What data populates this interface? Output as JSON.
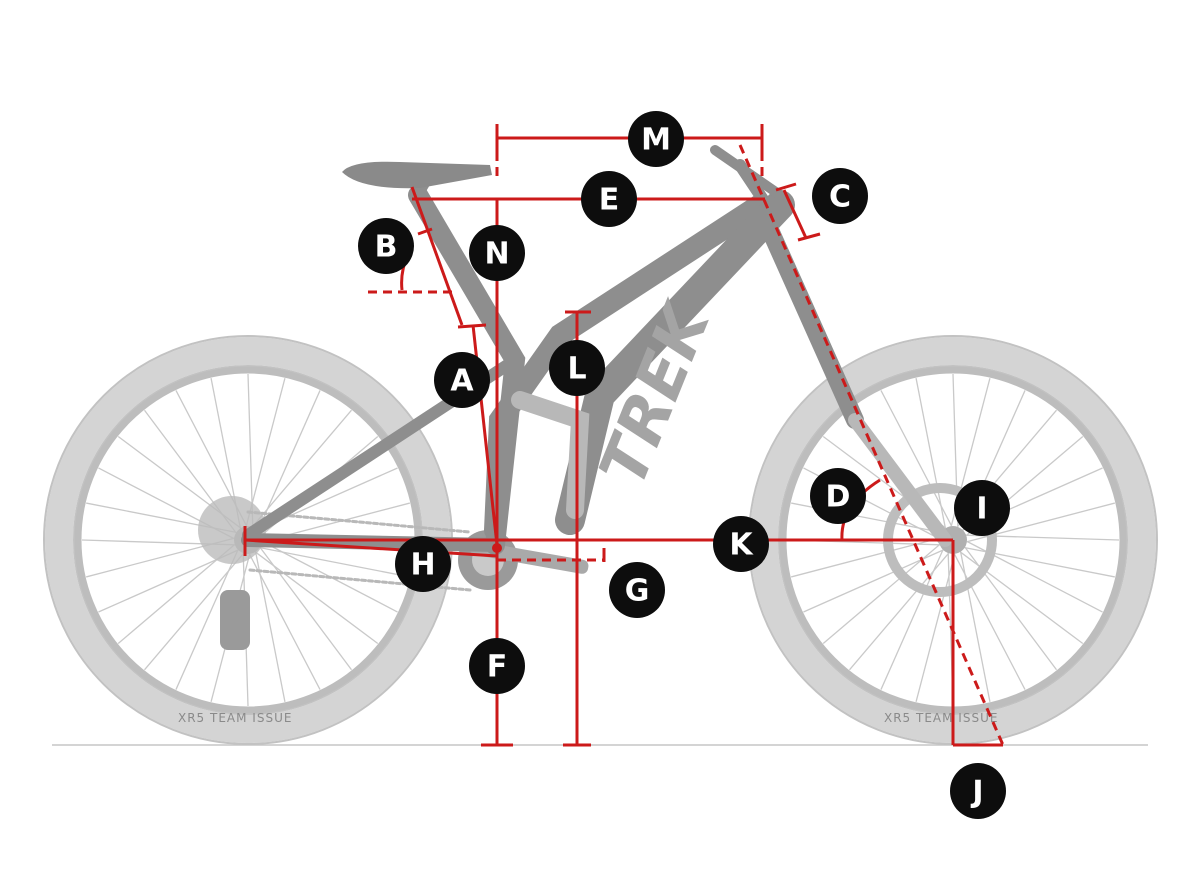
{
  "diagram": {
    "colors": {
      "dimension_line": "#cc1a1a",
      "badge_fill": "#0d0d0d",
      "badge_text": "#ffffff",
      "bike": "#a0a0a0"
    },
    "labels": {
      "A": "A",
      "B": "B",
      "C": "C",
      "D": "D",
      "E": "E",
      "F": "F",
      "G": "G",
      "H": "H",
      "I": "I",
      "J": "J",
      "K": "K",
      "L": "L",
      "M": "M",
      "N": "N"
    },
    "tire_text": {
      "rear": "XR5 TEAM ISSUE",
      "front": "XR5 TEAM ISSUE"
    },
    "frame_brand": "TREK"
  }
}
